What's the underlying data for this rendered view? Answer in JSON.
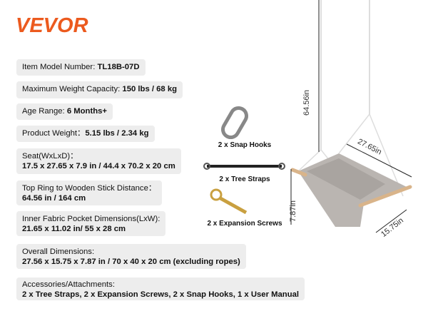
{
  "brand": "VEVOR",
  "specs": [
    {
      "label": "Item Model Number: ",
      "value": "TL18B-07D"
    },
    {
      "label": "Maximum Weight Capacity: ",
      "value": "150 lbs / 68 kg"
    },
    {
      "label": "Age Range: ",
      "value": "6 Months+"
    },
    {
      "label": "Product Weight：",
      "value": "5.15 lbs / 2.34 kg"
    },
    {
      "label": "Seat(WxLxD)：",
      "value": "17.5 x 27.65 x 7.9 in / 44.4 x 70.2 x 20 cm"
    },
    {
      "label": "Top Ring to Wooden Stick Distance：",
      "value": "64.56 in / 164 cm"
    },
    {
      "label": "Inner Fabric Pocket Dimensions(LxW):",
      "value": "21.65 x 11.02 in/ 55 x 28 cm"
    },
    {
      "label": "Overall Dimensions:",
      "value": "27.56 x 15.75 x 7.87 in / 70 x 40 x 20 cm (excluding ropes)"
    },
    {
      "label": "Accessories/Attachments:",
      "value": "2 x Tree Straps, 2 x Expansion Screws, 2 x Snap Hooks, 1 x User Manual"
    }
  ],
  "accessories": [
    "2 x Snap Hooks",
    "2 x Tree Straps",
    "2 x Expansion Screws"
  ],
  "dimensions": {
    "height": "64.56in",
    "length": "27.65in",
    "depth": "7.87in",
    "width": "15.75in"
  },
  "colors": {
    "brand": "#ec5a1e",
    "box": "#ededed",
    "fabric": "#b9b4b0",
    "wood": "#d9b48a"
  }
}
